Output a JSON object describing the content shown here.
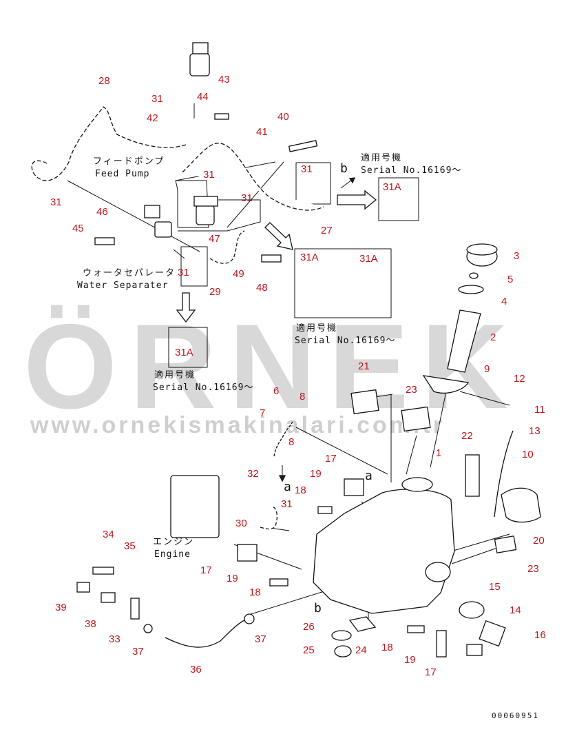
{
  "watermark": {
    "brand": "ÖRNEK",
    "url": "www.ornekismakinalari.com.tr",
    "accent_color": "#f2c400",
    "text_color": "#d8d8d8"
  },
  "colors": {
    "callout": "#c0161c",
    "ink": "#111111"
  },
  "labels": {
    "feed_pump_jp": "フィードポンプ",
    "feed_pump_en": "Feed Pump",
    "water_sep_jp": "ウォータセパレータ",
    "water_sep_en": "Water Separater",
    "engine_jp": "エンジン",
    "engine_en": "Engine",
    "serial_jp_1": "適用号機",
    "serial_en_1": "Serial No.16169～",
    "serial_jp_2": "適用号機",
    "serial_en_2": "Serial No.16169～",
    "serial_jp_3": "適用号機",
    "serial_en_3": "Serial No.16169～",
    "letter_a": "a",
    "letter_b": "b",
    "letter_a2": "a",
    "letter_b2": "b",
    "drawing_code": "00060951"
  },
  "callouts": [
    "28",
    "31",
    "44",
    "43",
    "42",
    "40",
    "41",
    "31",
    "31",
    "b",
    "31A",
    "31",
    "46",
    "45",
    "31",
    "47",
    "27",
    "31A",
    "31A",
    "49",
    "48",
    "29",
    "31",
    "3",
    "5",
    "4",
    "2",
    "31A",
    "9",
    "12",
    "11",
    "13",
    "21",
    "23",
    "6",
    "8",
    "7",
    "22",
    "10",
    "1",
    "8",
    "17",
    "19",
    "18",
    "32",
    "31",
    "30",
    "20",
    "23",
    "34",
    "35",
    "17",
    "19",
    "18",
    "15",
    "39",
    "38",
    "33",
    "37",
    "36",
    "37",
    "26",
    "24",
    "25",
    "18",
    "19",
    "17",
    "14",
    "16"
  ]
}
